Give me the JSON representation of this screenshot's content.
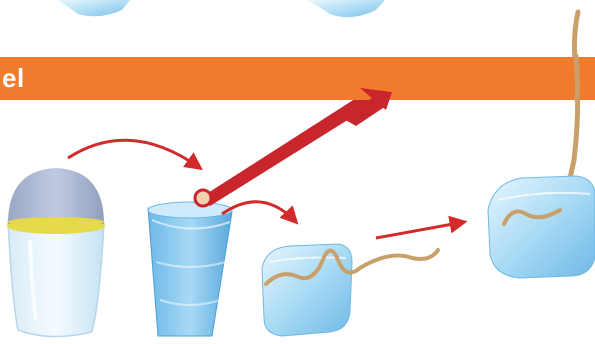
{
  "banner": {
    "title": "el",
    "color": "#f07b2c"
  },
  "colors": {
    "arrow": "#d22b2b",
    "ice_light": "#bfe6f8",
    "ice_mid": "#8fcbee",
    "stick_red": "#c9252c",
    "string_tan": "#c9a06a",
    "band_yellow": "#e6d94a",
    "lid_gray": "#9aa9c9"
  },
  "icons": [
    "plastic-cup-with-lid",
    "ice-filled-cup",
    "red-stirring-stick",
    "ice-cube-with-string",
    "ice-block-lifted-by-string"
  ]
}
